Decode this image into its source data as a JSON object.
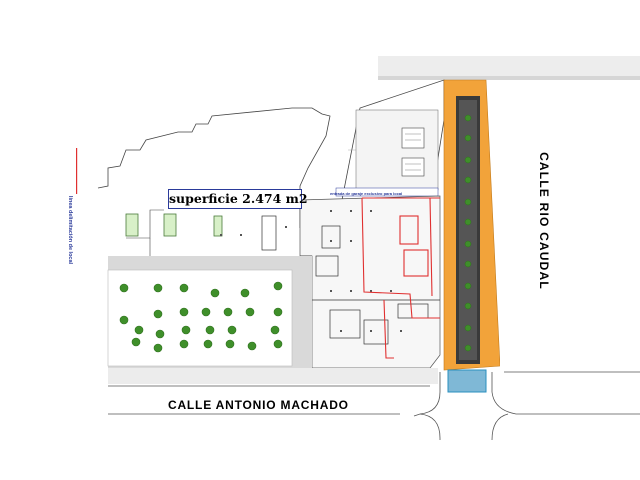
{
  "labels": {
    "area": "superficie 2.474 m2",
    "street_bottom": "CALLE ANTONIO MACHADO",
    "street_right": "CALLE RIO CAUDAL",
    "legend": "línea delimitación de local",
    "garage_note": "entrada de garaje exclusivo para local"
  },
  "colors": {
    "boundary": "#e03030",
    "sidewalk": "#f2a33a",
    "road_blue": "#2a8fbf",
    "tree": "#3f8f2a",
    "plaza": "#d9d9d9",
    "label_border": "#2a3a9a"
  }
}
